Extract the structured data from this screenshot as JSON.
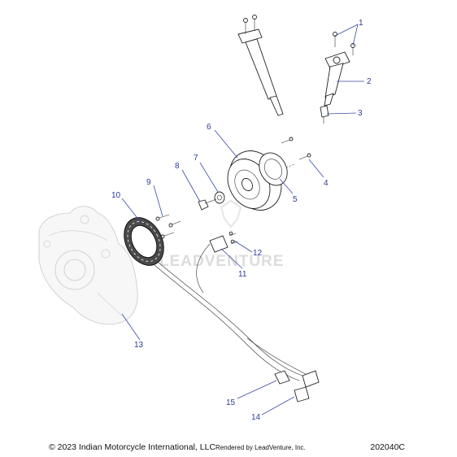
{
  "callouts": [
    {
      "id": "1",
      "text": "1"
    },
    {
      "id": "2",
      "text": "2"
    },
    {
      "id": "3",
      "text": "3"
    },
    {
      "id": "4",
      "text": "4"
    },
    {
      "id": "5",
      "text": "5"
    },
    {
      "id": "6",
      "text": "6"
    },
    {
      "id": "7",
      "text": "7"
    },
    {
      "id": "8",
      "text": "8"
    },
    {
      "id": "9",
      "text": "9"
    },
    {
      "id": "10",
      "text": "10"
    },
    {
      "id": "11",
      "text": "11"
    },
    {
      "id": "12",
      "text": "12"
    },
    {
      "id": "13",
      "text": "13"
    },
    {
      "id": "14",
      "text": "14"
    },
    {
      "id": "15",
      "text": "15"
    }
  ],
  "watermark": "LEADVENTURE",
  "footer": {
    "copyright": "© 2023 Indian Motorcycle International, LLC",
    "rendered_by": "Rendered by LeadVenture, Inc.",
    "drawing_code": "202040C"
  },
  "colors": {
    "callout": "#2b3a9b",
    "line_art": "#222222",
    "ghost_part": "#c8c8c8"
  }
}
